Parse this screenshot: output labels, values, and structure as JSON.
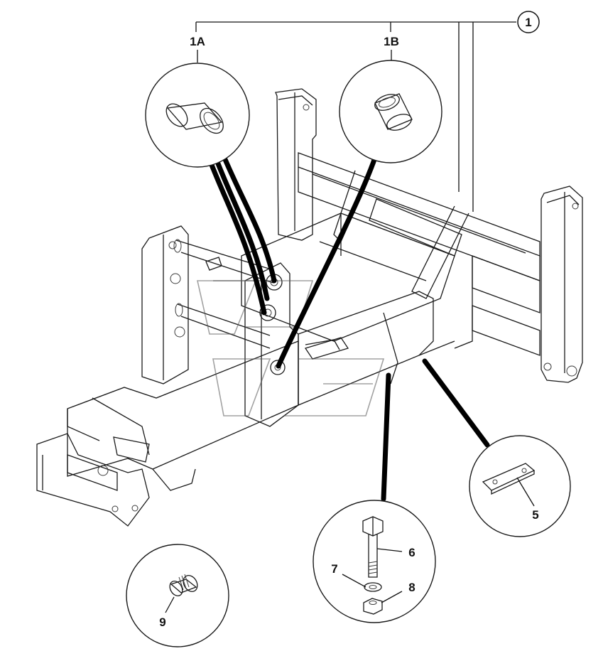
{
  "callouts": {
    "assembly": "1",
    "bushing_a": "1A",
    "bushing_b": "1B",
    "plate": "5",
    "bolt": "6",
    "washer": "7",
    "nut": "8",
    "plug": "9"
  },
  "icons": {
    "frame": "loader-front-frame-drawing",
    "bushing": "bushing-icon",
    "plate": "wear-plate-icon",
    "bolt": "bolt-washer-nut-icon",
    "plug": "threaded-plug-icon"
  },
  "colors": {
    "line": "#1a1a1a",
    "background": "#ffffff"
  }
}
